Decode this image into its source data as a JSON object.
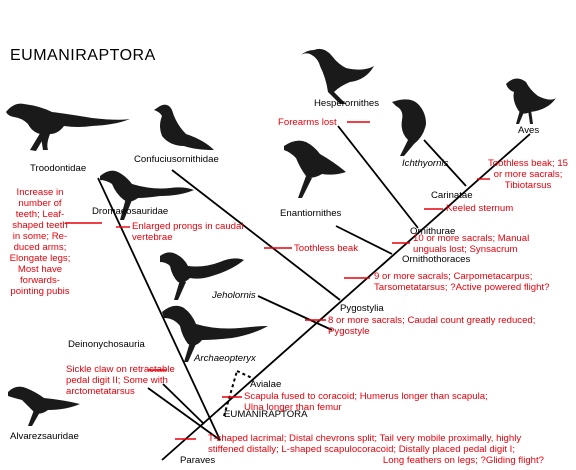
{
  "title": "EUMANIRAPTORA",
  "taxa": {
    "troodontidae": "Troodontidae",
    "confuciusornithidae": "Confuciusornithidae",
    "hesperornithes": "Hesperornithes",
    "aves": "Aves",
    "ichthyornis": "Ichthyornis",
    "carinatae": "Carinatae",
    "dromaeosauridae": "Dromaeosauridae",
    "enantiornithes": "Enantiornithes",
    "ornithurae": "Ornithurae",
    "ornithothoraces": "Ornithothoraces",
    "jeholornis": "Jeholornis",
    "pygostylia": "Pygostylia",
    "deinonychosauria": "Deinonychosauria",
    "archaeopteryx": "Archaeopteryx",
    "avialae": "Avialae",
    "eumaniraptora_node": "EUMANIRAPTORA",
    "alvarezsauridae": "Alvarezsauridae",
    "paraves": "Paraves"
  },
  "characters": {
    "forearms_lost": "Forearms lost",
    "toothless_beak_tibiotarsus": [
      "Toothless beak; 15",
      "or more sacrals;",
      "Tibiotarsus"
    ],
    "keeled_sternum": "Keeled sternum",
    "ornithurae_chars": [
      "10 or more sacrals; Manual",
      "unguals lost; Synsacrum"
    ],
    "troodontidae_chars": [
      "Increase in",
      "number of",
      "teeth; Leaf-",
      "shaped teeth",
      "in some; Re-",
      "duced arms;",
      "Elongate legs;",
      "Most have",
      "forwards-",
      "pointing pubis"
    ],
    "dromaeosauridae_chars": [
      "Enlarged prongs in caudal",
      "vertebrae"
    ],
    "toothless_beak": "Toothless beak",
    "ornithothoraces_chars": [
      "9 or more sacrals; Carpometacarpus;",
      "Tarsometatarsus; ?Active powered flight?"
    ],
    "pygostylia_chars": [
      "8 or more sacrals; Caudal count greatly reduced;",
      "Pygostyle"
    ],
    "deinonychosauria_chars": [
      "Sickle claw on retractable",
      "pedal digit II; Some with",
      "arctometatarsus"
    ],
    "avialae_chars": [
      "Scapula fused to coracoid; Humerus longer than scapula;",
      "Ulna longer than femur"
    ],
    "paraves_chars": [
      "T-shaped lacrimal; Distal chevrons split; Tail very mobile proximally, highly",
      "stiffened distally; L-shaped scapulocoracoid; Distally placed pedal digit I;",
      "Long feathers on legs; ?Gliding flight?"
    ]
  },
  "colors": {
    "line": "#000000",
    "character_text": "#e8000b",
    "silhouette": "#1a1a1a",
    "bone": "#ffffff"
  }
}
